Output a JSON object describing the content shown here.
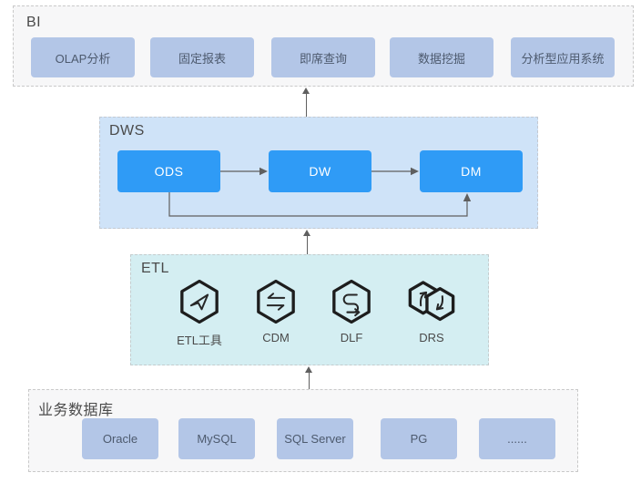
{
  "colors": {
    "accent_blue": "#2F9BF6",
    "dws_bg": "#CFE3F8",
    "etl_bg": "#D4EEF2",
    "bi_bg": "#F7F7F8",
    "db_bg": "#F7F7F8",
    "item_bg": "#B3C6E7",
    "item_text": "#4D5A6E",
    "label_text": "#4A4A4A",
    "node_text": "#FFFFFF",
    "arrow": "#5F5F5F",
    "dashed_border": "#C9C9C9",
    "icon_stroke": "#1D1D1D"
  },
  "bi": {
    "label": "BI",
    "items": [
      "OLAP分析",
      "固定报表",
      "即席查询",
      "数据挖掘",
      "分析型应用系统"
    ]
  },
  "dws": {
    "label": "DWS",
    "nodes": [
      "ODS",
      "DW",
      "DM"
    ]
  },
  "etl": {
    "label": "ETL",
    "tools": [
      {
        "name": "ETL工具",
        "icon": "send-plane-hexagon-icon"
      },
      {
        "name": "CDM",
        "icon": "swap-arrows-hexagon-icon"
      },
      {
        "name": "DLF",
        "icon": "coil-arrow-hexagon-icon"
      },
      {
        "name": "DRS",
        "icon": "linked-hexagons-sync-icon"
      }
    ]
  },
  "db": {
    "label": "业务数据库",
    "items": [
      "Oracle",
      "MySQL",
      "SQL Server",
      "PG",
      "......"
    ]
  }
}
